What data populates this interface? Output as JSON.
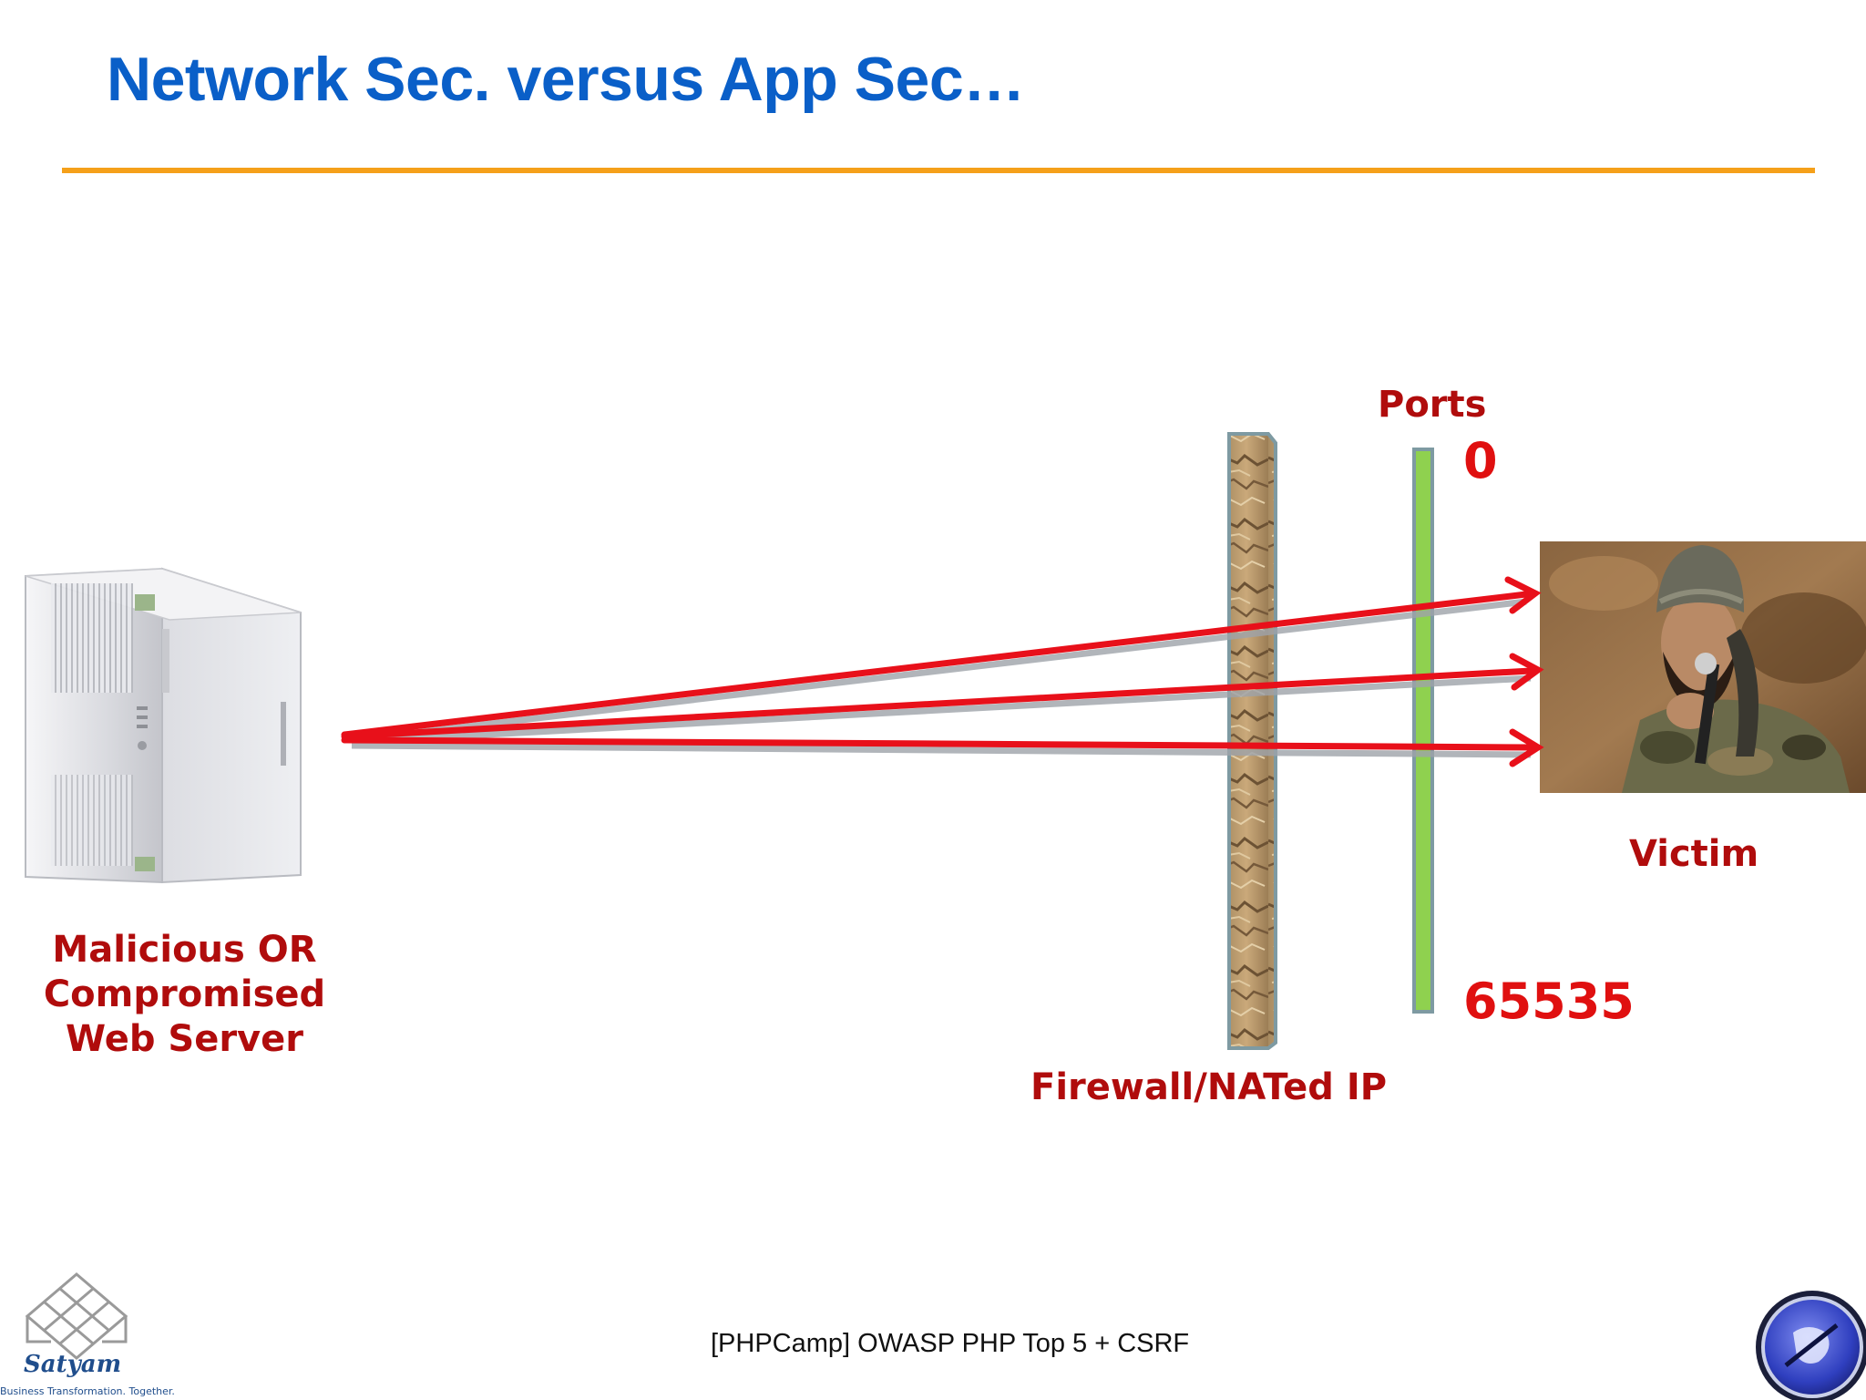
{
  "slide": {
    "title": "Network Sec. versus App Sec…",
    "footer": "[PHPCamp] OWASP PHP Top 5 + CSRF"
  },
  "diagram": {
    "server_label": [
      "Malicious OR",
      "Compromised",
      "Web Server"
    ],
    "ports_label": "Ports",
    "port_min": "0",
    "port_max": "65535",
    "victim_label": "Victim",
    "firewall_label": "Firewall/NATed IP"
  },
  "branding": {
    "company_name": "Satyam",
    "company_tagline": "Business Transformation. Together."
  },
  "colors": {
    "title": "#0a5fc8",
    "rule": "#f5a01a",
    "label": "#b00c0c",
    "arrow": "#e8101a",
    "port_bar": "#8fd14f"
  },
  "icons": {
    "server": "tower-server-icon",
    "firewall": "brick-wall-icon",
    "victim": "person-photo-icon",
    "company_logo": "satyam-lattice-logo",
    "owasp_logo": "owasp-wasp-logo"
  }
}
